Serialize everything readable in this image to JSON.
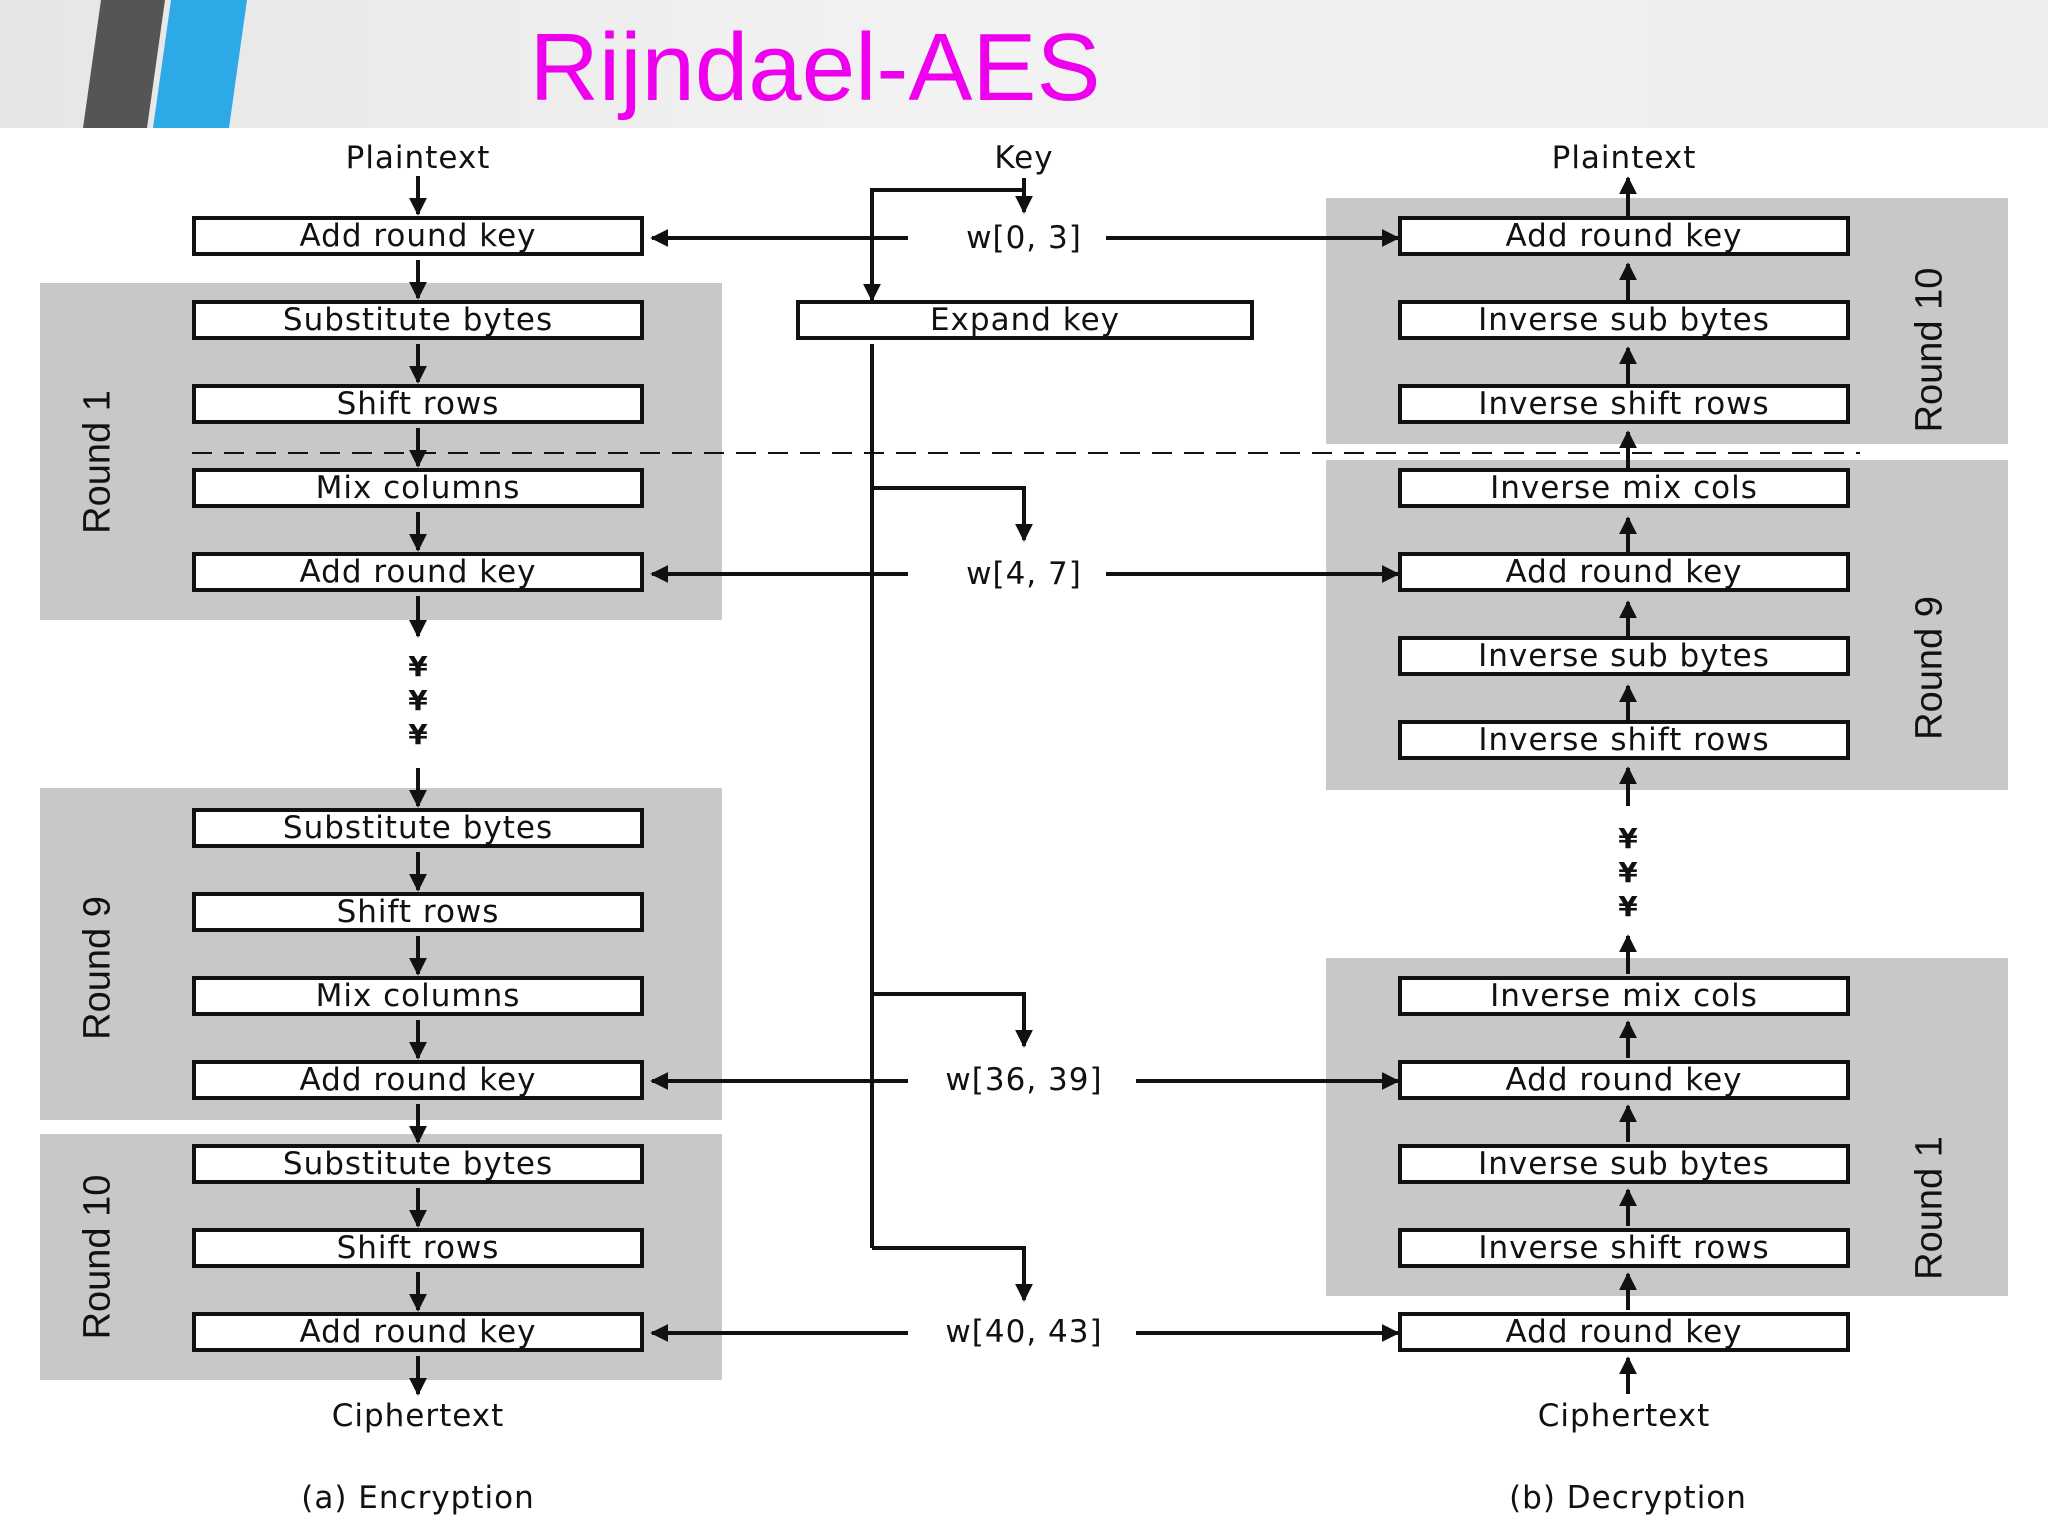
{
  "title": "Rijndael-AES",
  "encryption": {
    "input": "Plaintext",
    "output": "Ciphertext",
    "caption": "(a) Encryption",
    "initial_step": "Add round key",
    "rounds": [
      {
        "label": "Round 1",
        "steps": [
          "Substitute bytes",
          "Shift rows",
          "Mix columns",
          "Add round key"
        ]
      },
      {
        "label": "Round 9",
        "steps": [
          "Substitute bytes",
          "Shift rows",
          "Mix columns",
          "Add round key"
        ]
      },
      {
        "label": "Round 10",
        "steps": [
          "Substitute bytes",
          "Shift rows",
          "Add round key"
        ]
      }
    ]
  },
  "key_schedule": {
    "input": "Key",
    "expand": "Expand key",
    "words": [
      "w[0, 3]",
      "w[4, 7]",
      "w[36, 39]",
      "w[40, 43]"
    ]
  },
  "decryption": {
    "input": "Ciphertext",
    "output": "Plaintext",
    "caption": "(b) Decryption",
    "final_step": "Add round key",
    "rounds": [
      {
        "label": "Round 10",
        "steps": [
          "Add round key",
          "Inverse sub bytes",
          "Inverse shift rows"
        ]
      },
      {
        "label": "Round 9",
        "steps": [
          "Inverse mix cols",
          "Add round key",
          "Inverse sub bytes",
          "Inverse shift rows"
        ]
      },
      {
        "label": "Round 1",
        "steps": [
          "Inverse mix cols",
          "Add round key",
          "Inverse sub bytes",
          "Inverse shift rows"
        ]
      }
    ]
  },
  "ellipsis_glyph": "¥",
  "colors": {
    "title": "#ee00ee",
    "round_bg": "#c8c8ca",
    "band_gray": "#555555",
    "band_blue": "#2ea9e8"
  }
}
